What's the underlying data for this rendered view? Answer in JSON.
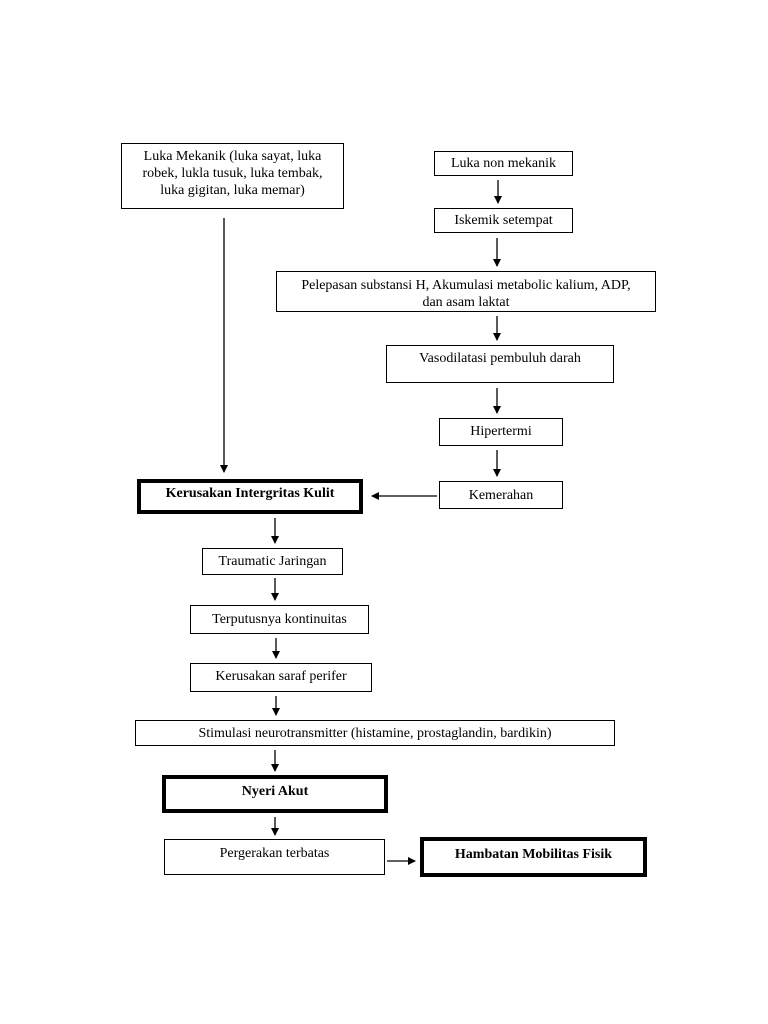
{
  "nodes": {
    "luka_mekanik": "Luka Mekanik (luka sayat, luka robek, lukla tusuk, luka tembak, luka gigitan, luka memar)",
    "luka_non_mekanik": "Luka non mekanik",
    "iskemik": "Iskemik setempat",
    "pelepasan": "Pelepasan substansi H, Akumulasi metabolic kalium, ADP, dan asam laktat",
    "vasodilatasi": "Vasodilatasi pembuluh darah",
    "hipertermi": "Hipertermi",
    "kemerahan": "Kemerahan",
    "kerusakan_integritas": "Kerusakan Intergritas Kulit",
    "traumatic": "Traumatic Jaringan",
    "terputusnya": "Terputusnya kontinuitas",
    "kerusakan_saraf": "Kerusakan saraf perifer",
    "stimulasi": "Stimulasi neurotransmitter (histamine, prostaglandin, bardikin)",
    "nyeri_akut": "Nyeri Akut",
    "pergerakan": "Pergerakan terbatas",
    "hambatan": "Hambatan Mobilitas Fisik"
  }
}
